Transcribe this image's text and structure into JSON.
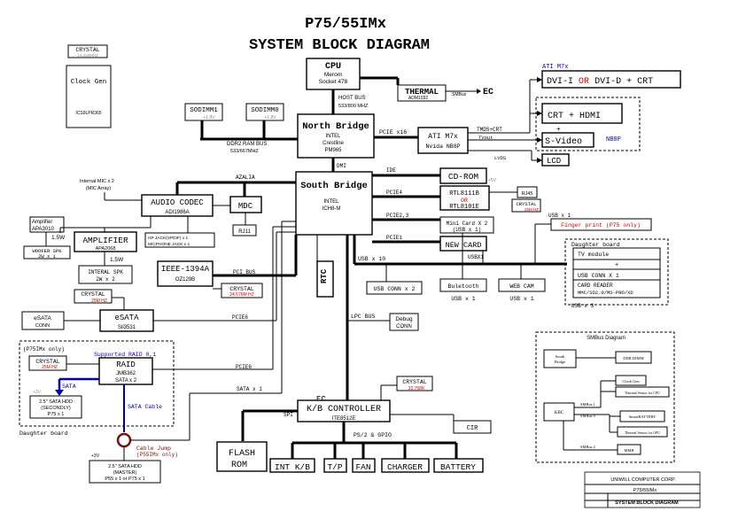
{
  "title": {
    "line1": "P75/55IMx",
    "line2": "SYSTEM BLOCK DIAGRAM"
  },
  "cpu": {
    "title": "CPU",
    "l1": "Merom",
    "l2": "Socket 478"
  },
  "host_bus": {
    "l1": "HOST BUS",
    "l2": "533/800 MHZ"
  },
  "thermal": {
    "title": "THERMAL",
    "sub": "ADM1032",
    "bus": "SMBus",
    "ec": "EC"
  },
  "ati_top": "ATI M7x",
  "dvi": {
    "a": "DVI-I",
    "or": "OR",
    "b": "DVI-D + CRT"
  },
  "crt": {
    "main": "CRT + HDMI",
    "plus": "+",
    "svideo": "S-Video",
    "nb8p": "NB8P"
  },
  "lcd": "LCD",
  "tmds": "TMDS+CRT",
  "tvout": "TVout",
  "lvds": "LVDS",
  "ati": {
    "title": "ATI M7x",
    "sub": "Nvida NB8P"
  },
  "nb": {
    "title": "North Bridge",
    "l1": "INTEL",
    "l2": "Crestline",
    "l3": "PM965"
  },
  "pcie16": "PCIE x16",
  "dmi": "DMI",
  "sodimm1": {
    "title": "SODIMM1",
    "sub": "+1.8V"
  },
  "sodimm0": {
    "title": "SODIMM0",
    "sub": "+1.8V"
  },
  "ddr": {
    "l1": "DDR2 RAM BUS",
    "l2": "533/667MHZ"
  },
  "crystal_clk": {
    "title": "CRYSTAL",
    "sub": "14.318MHZ"
  },
  "clock": {
    "title": "Clock Gen",
    "sub": "ICS9LPR365"
  },
  "mic": {
    "l1": "Internal MIC x 2",
    "l2": "(MIC Array)"
  },
  "audio": {
    "title": "AUDIO CODEC",
    "sub": "ADI1986A"
  },
  "azalia": "AZALIA",
  "mdc": "MDC",
  "rj11": "RJ11",
  "amp3010": {
    "l1": "Amplifier",
    "l2": "APA3010",
    "v": "1.5W"
  },
  "woofer": {
    "l1": "WOOFER SPK",
    "l2": "2W x 1"
  },
  "amp": {
    "title": "AMPLIFIER",
    "sub": "APA2068",
    "v": "1.5W"
  },
  "jack": {
    "l1": "HP JACK(SPDIF) x 1",
    "l2": "MICPHONE JACK x 1"
  },
  "spk": {
    "l1": "INTERAL SPK",
    "l2": "2W x 2"
  },
  "ieee": {
    "title": "IEEE-1394A",
    "sub": "OZ129B"
  },
  "crystal_1394": {
    "title": "CRYSTAL",
    "sub": "24.576M HZ"
  },
  "pci_bus": "PCI BUS",
  "crystal_sata": {
    "title": "CRYSTAL",
    "sub": "25M HZ"
  },
  "esata_conn": {
    "l1": "eSATA",
    "l2": "CONN"
  },
  "esata": {
    "title": "eSATA",
    "sub": "Sil3531"
  },
  "pcie_a": "PCIE6",
  "pcie_b": "PCIE6",
  "daughter_top": "(P75IMx only)",
  "crystal_raid": {
    "title": "CRYSTAL",
    "sub": "25M HZ"
  },
  "supported_raid": "Supported RAID 0,1",
  "raid": {
    "title": "RAID",
    "l1": "JMB362",
    "l2": "SATA x 2"
  },
  "sata_lbl": "SATA",
  "v3_a": "+3V",
  "hdd2": {
    "l1": "2.5\" SATA HDD",
    "l2": "(SECONDLY)",
    "l3": "P75 x 1"
  },
  "sata_cable": "SATA Cable",
  "daughter_board": "Daughter board",
  "cable_jump": {
    "l1": "Cable Jump",
    "l2": "(P55IMx only)"
  },
  "v3_b": "+3V",
  "hdd1": {
    "l1": "2.5\" SATA HDD",
    "l2": "(MASTER)",
    "l3": "P55 x 1 or P75 x 1"
  },
  "sb": {
    "title": "South Bridge",
    "l1": "INTEL",
    "l2": "ICH8-M"
  },
  "ide": "IDE",
  "cdrom": "CD-ROM",
  "v5": "+5V",
  "pcie4": "PCIE4",
  "rtl": {
    "a": "RTL8111B",
    "or": "OR",
    "b": "RTL8101E"
  },
  "rj45": "RJ45",
  "crystal_lan": {
    "title": "CRYSTAL",
    "sub": "25M HZ"
  },
  "pcie23": "PCIE2,3",
  "minicard": {
    "l1": "Mini Card X 2",
    "l2": "(USB x 1)"
  },
  "pcie1": "PCIE1",
  "newcard": "NEW CARD",
  "usbx1_fp": "USB x 1",
  "finger": "Finger print (P75 only)",
  "daughter_right": "Daughter board",
  "tv": {
    "title": "TV module",
    "plus": "+",
    "usb": "USB CONN X 1",
    "card1": "CARD READER",
    "card2": "MMC/SD2.0/MS-PRO/XD"
  },
  "usbx3": "USB x 3",
  "usb10": "USB x 10",
  "usbx1_b": "USBX1",
  "usbconn2": "USB CONN x 2",
  "bt": {
    "title": "Buletooth",
    "sub": "USB x 1"
  },
  "webcam": {
    "title": "WEB CAM",
    "sub": "USB x 1"
  },
  "rtc": "RTC",
  "lpc": "LPC BUS",
  "debug": {
    "l1": "Debug",
    "l2": "CONN"
  },
  "sata_x1": "SATA x 1",
  "ec_lbl": "EC",
  "crystal_kbc": {
    "title": "CRYSTAL",
    "sub": "32.768K"
  },
  "kbc": {
    "title": "K/B CONTROLLER",
    "sub": "ITE8512E"
  },
  "spi": "SPI",
  "cir": "CIR",
  "ps2": "PS/2 & GPIO",
  "flash": {
    "l1": "FLASH",
    "l2": "ROM"
  },
  "bottom": [
    "INT K/B",
    "T/P",
    "FAN",
    "CHARGER",
    "BATTERY"
  ],
  "smbus": {
    "title": "SMBus Diagram",
    "sb": [
      "South",
      "Bridge"
    ],
    "ddr": "DDR DIMM",
    "kbc": "KBC",
    "smb1": "SMBus 1",
    "smb0": "SMBus 0",
    "smb2": "SMBus 2",
    "clock": "Clock Gen",
    "thermal_cpu": "Thermal Sensor for CPU",
    "battery": "SmartBATTERY",
    "thermal_gpu": "Thermal Sensor for GPU",
    "mmb": "MMB"
  },
  "titleblock": {
    "company": "UNIWILL COMPUTER CORP.",
    "model": "P75/55IMx",
    "name": "SYSTEM BLOCK DIAGRAM"
  },
  "colors": {
    "red": "#cc0000",
    "blue": "#0000aa",
    "maroon": "#7a1010",
    "gray": "#888888"
  }
}
